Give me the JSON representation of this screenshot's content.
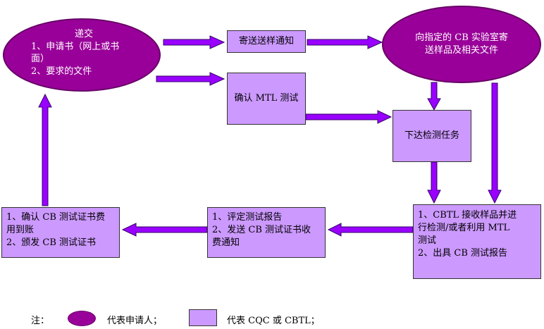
{
  "applicant": {
    "title": "递交",
    "line1": "1、申请书（网上或书",
    "line2": "面）",
    "line3": "2、要求的文件"
  },
  "notice_box": {
    "label": "寄送送样通知"
  },
  "lab_ellipse": {
    "line1": "向指定的 CB 实验室寄",
    "line2": "送样品及相关文件"
  },
  "confirm_mtl": {
    "label": "确认 MTL 测试"
  },
  "issue_task": {
    "label": "下达检测任务"
  },
  "cbtl_box": {
    "line1": "1、CBTL 接收样品并进",
    "line2": "行检测/或者利用 MTL",
    "line3": "测试",
    "line4": "2、出具 CB 测试报告"
  },
  "review_box": {
    "line1": "1、评定测试报告",
    "line2": "2、发送 CB 测试证书收",
    "line3": "费通知"
  },
  "payment_box": {
    "line1": "1、确认 CB 测试证书费",
    "line2": "用到账",
    "line3": "2、颁发 CB 测试证书"
  },
  "legend": {
    "note": "注：",
    "applicant_label": "代表申请人；",
    "cqc_label": "代表 CQC 或 CBTL；"
  },
  "colors": {
    "ellipse_fill": "#990099",
    "box_fill": "#cc99ff",
    "arrow": "#9900ff"
  }
}
